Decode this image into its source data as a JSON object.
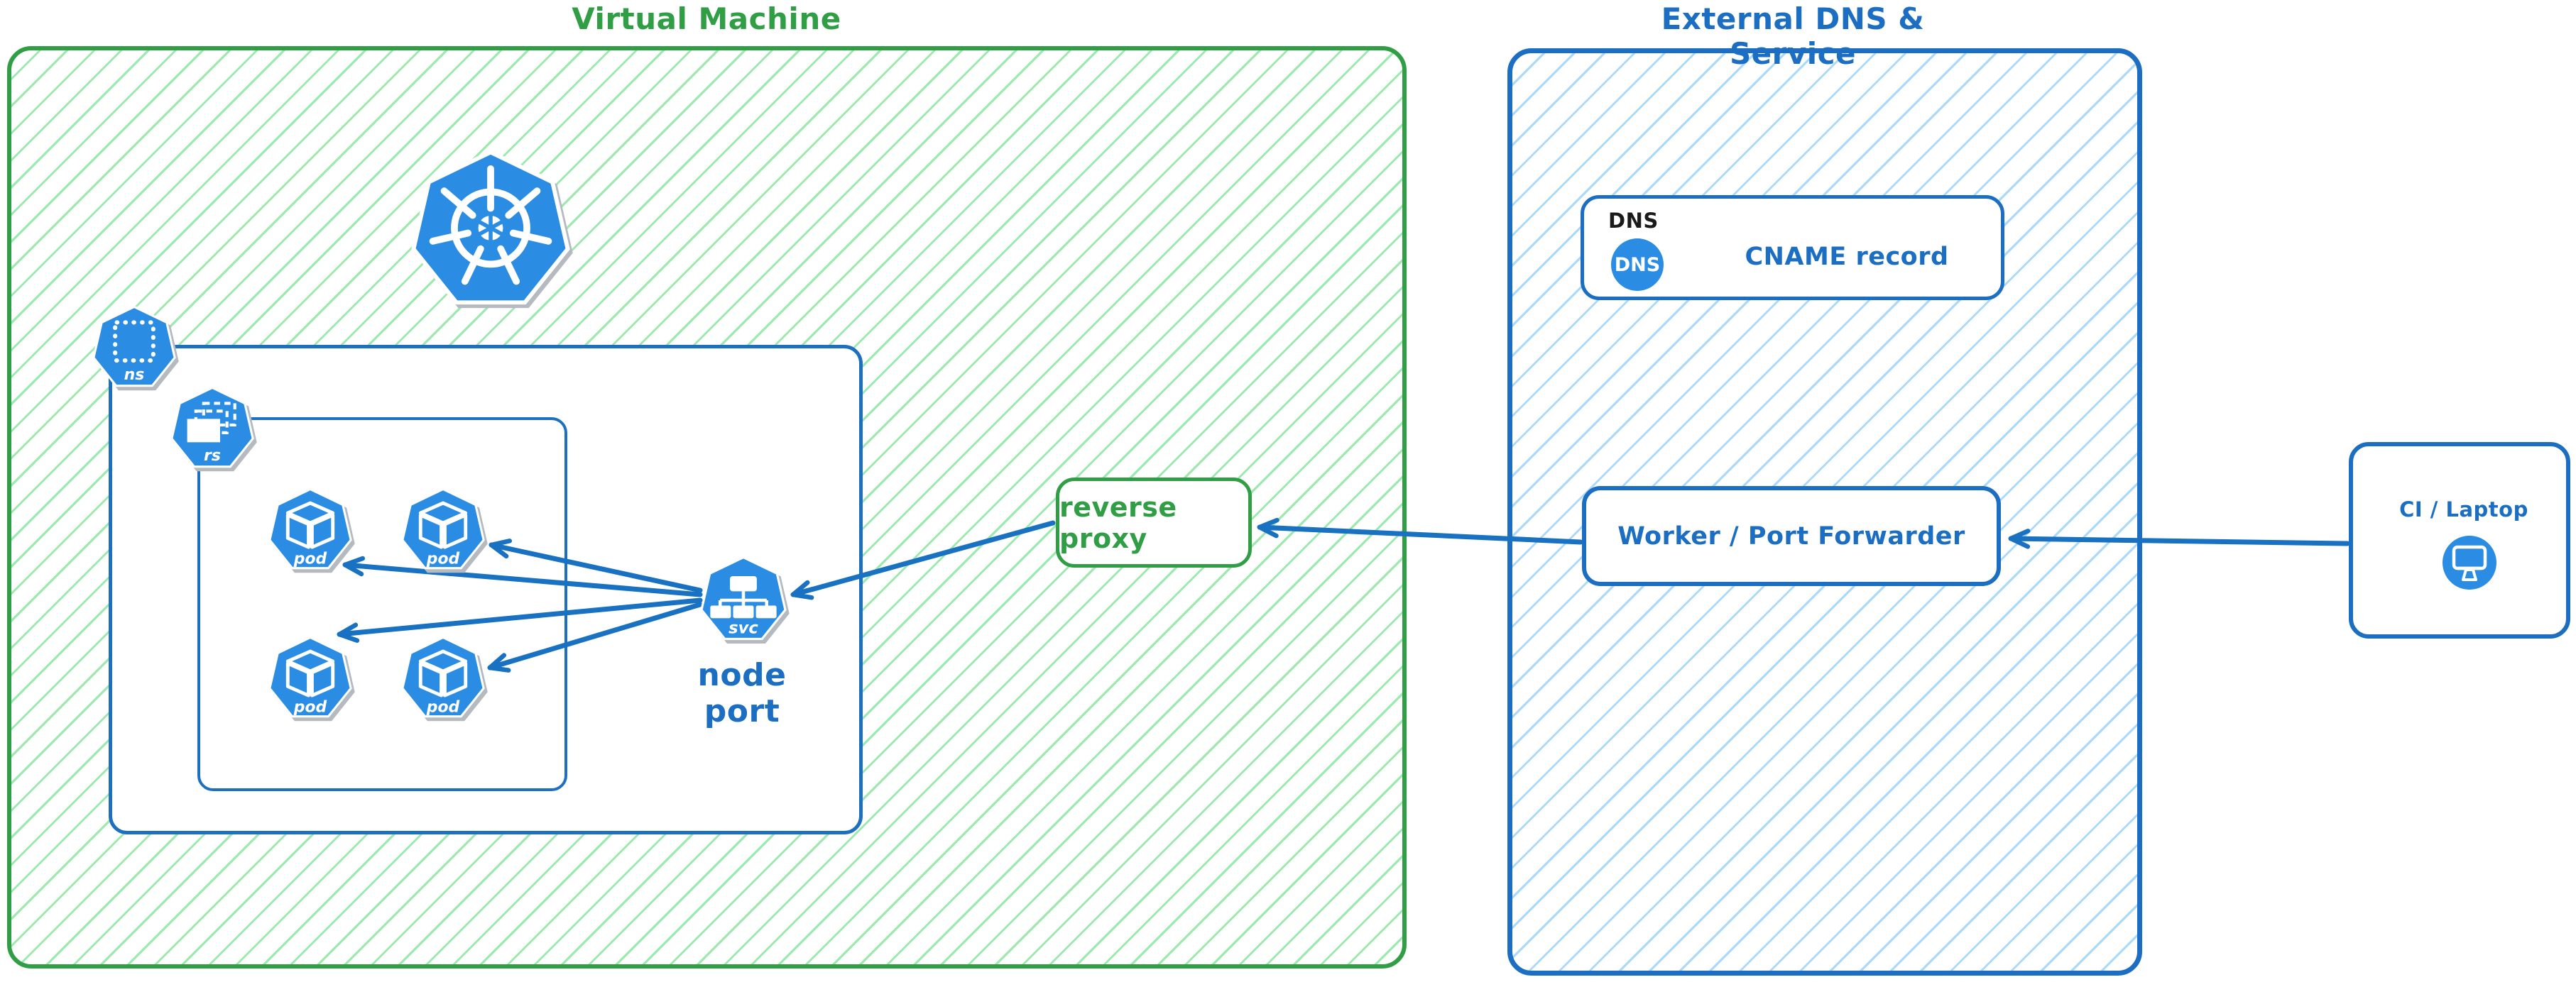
{
  "vm": {
    "title": "Virtual Machine"
  },
  "external": {
    "title": "External DNS & Service"
  },
  "k8s": {
    "logo": "kubernetes",
    "ns_label": "ns",
    "rs_label": "rs",
    "pod_label": "pod",
    "svc_label": "svc",
    "node_port_label": "node port"
  },
  "reverse_proxy": {
    "label": "reverse proxy"
  },
  "dns": {
    "tag": "DNS",
    "badge": "DNS",
    "record": "CNAME record"
  },
  "worker": {
    "label": "Worker / Port Forwarder"
  },
  "ci": {
    "label": "CI / Laptop"
  },
  "colors": {
    "green": "#2f9e44",
    "green_hatch": "#9ce9ae",
    "blue": "#1b6ec2",
    "blue_hatch": "#aad9fc",
    "k8s_blue": "#2b8ce3",
    "arrow_blue": "#1971c2"
  },
  "connections": [
    {
      "from": "ci-laptop",
      "to": "worker-port-forwarder"
    },
    {
      "from": "worker-port-forwarder",
      "to": "reverse-proxy"
    },
    {
      "from": "reverse-proxy",
      "to": "node-port-service"
    },
    {
      "from": "node-port-service",
      "to": "pod-1"
    },
    {
      "from": "node-port-service",
      "to": "pod-2"
    },
    {
      "from": "node-port-service",
      "to": "pod-3"
    },
    {
      "from": "node-port-service",
      "to": "pod-4"
    }
  ]
}
